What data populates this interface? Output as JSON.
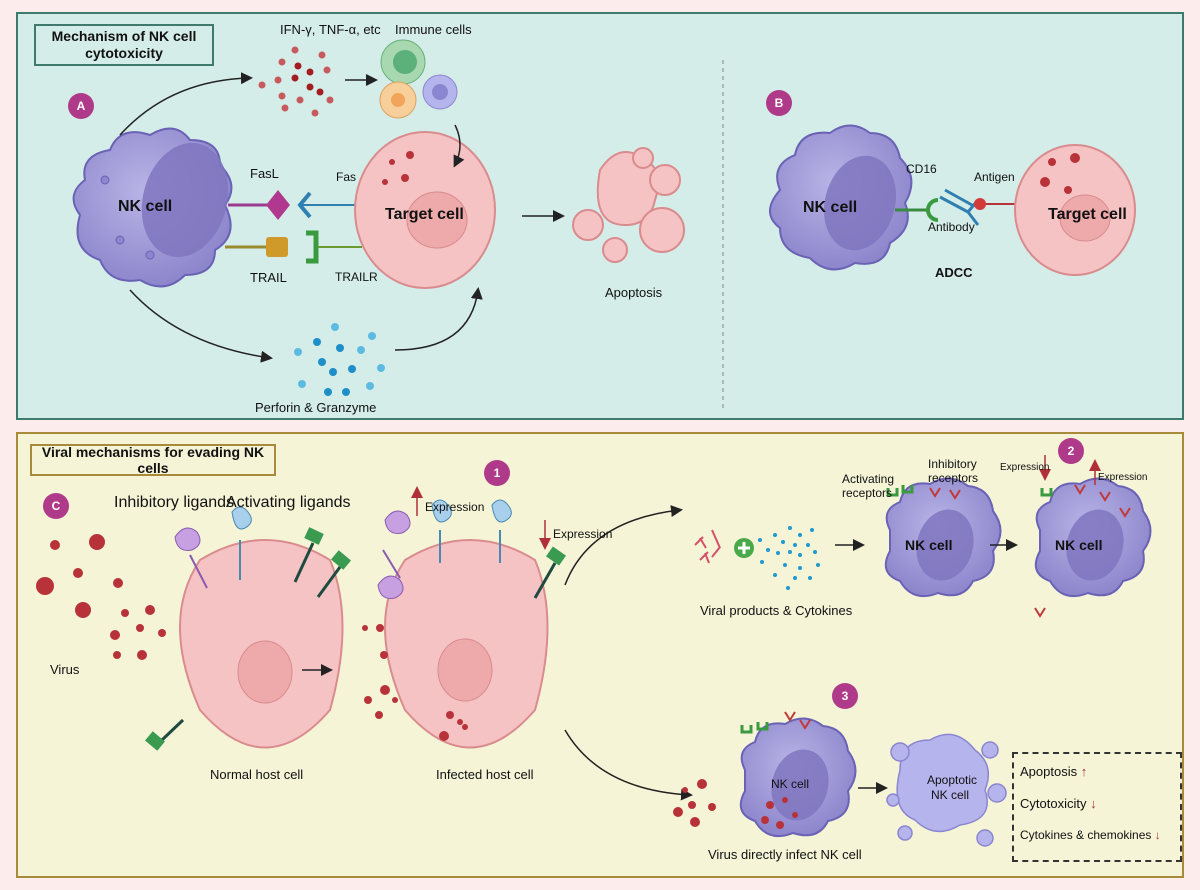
{
  "colors": {
    "page_bg": "#fdecec",
    "top_panel_bg": "#d4ede8",
    "top_panel_border": "#3f7a6d",
    "bottom_panel_bg": "#f5f4d7",
    "bottom_panel_border": "#a98a3a",
    "badge": "#b03a8a",
    "nk_cell": "#9d97d6",
    "target_cell": "#f6c3c4",
    "virus": "#b8323a",
    "arrow_red": "#b0303a"
  },
  "top_panel": {
    "title": "Mechanism of NK cell cytotoxicity",
    "section_a": {
      "badge": "A",
      "nk_cell_label": "NK cell",
      "target_cell_label": "Target cell",
      "fasl_label": "FasL",
      "fas_label": "Fas",
      "trail_label": "TRAIL",
      "trailr_label": "TRAILR",
      "cytokines_label": "IFN-γ, TNF-α, etc",
      "immune_cells_label": "Immune cells",
      "perforin_label": "Perforin & Granzyme",
      "apoptosis_label": "Apoptosis"
    },
    "section_b": {
      "badge": "B",
      "nk_cell_label": "NK cell",
      "target_cell_label": "Target cell",
      "cd16_label": "CD16",
      "antigen_label": "Antigen",
      "antibody_label": "Antibody",
      "adcc_label": "ADCC"
    }
  },
  "bottom_panel": {
    "title": "Viral mechanisms for evading NK cells",
    "section_c_badge": "C",
    "virus_label": "Virus",
    "inhibitory_ligands_label": "Inhibitory ligands",
    "activating_ligands_label": "Activating ligands",
    "normal_cell_label": "Normal host cell",
    "infected_cell_label": "Infected host cell",
    "step1": {
      "badge": "1",
      "expression_up": "Expression",
      "expression_down": "Expression"
    },
    "viral_products_label": "Viral products & Cytokines",
    "activating_receptors_label": "Activating receptors",
    "inhibitory_receptors_label": "Inhibitory receptors",
    "step2": {
      "badge": "2",
      "expression_down": "Expression",
      "expression_up": "Expression"
    },
    "nk_cell_label": "NK cell",
    "step3": {
      "badge": "3"
    },
    "infect_nk_label": "Virus directly infect NK cell",
    "apoptotic_nk_label_1": "Apoptotic",
    "apoptotic_nk_label_2": "NK cell",
    "effects": [
      {
        "label": "Apoptosis",
        "direction": "up"
      },
      {
        "label": "Cytotoxicity",
        "direction": "down"
      },
      {
        "label": "Cytokines & chemokines",
        "direction": "down"
      }
    ]
  }
}
